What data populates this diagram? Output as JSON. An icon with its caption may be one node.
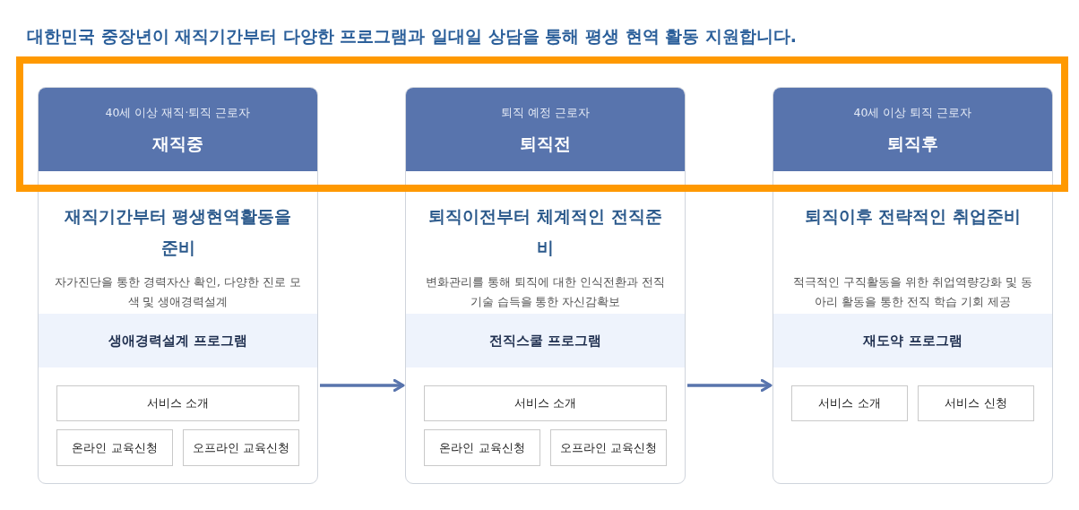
{
  "diagram": {
    "title": "대한민국 중장년이 재직기간부터 다양한 프로그램과 일대일 상담을 통해 평생 현역 활동 지원합니다.",
    "nodes": [
      {
        "text": [
          "재직기간부터 평생현역활동을 준비",
          "자가진단을 통한 경력자산 확인, 다양한 진로 모색 및 생애경력설계"
        ]
      },
      {
        "text": [
          "40세 이상 재직·퇴직 근로자",
          "재직중"
        ],
        "in": 0
      },
      {
        "text": [
          "생애경력설계 프로그램"
        ],
        "in": 0
      },
      {
        "text": [
          "서비스 소개"
        ],
        "in": 0
      },
      {
        "text": [
          "온라인 교육신청"
        ],
        "in": 0
      },
      {
        "text": [
          "오프라인 교육신청"
        ],
        "in": 0
      },
      {
        "text": [
          "퇴직이전부터 체계적인 전직준비",
          "변화관리를 통해 퇴직에 대한 인식전환과 전직기술 습득을 통한 자신감확보"
        ]
      },
      {
        "text": [
          "퇴직 예정 근로자",
          "퇴직전"
        ],
        "in": 6
      },
      {
        "text": [
          "전직스쿨 프로그램"
        ],
        "in": 6
      },
      {
        "text": [
          "서비스 소개"
        ],
        "in": 6
      },
      {
        "text": [
          "온라인 교육신청"
        ],
        "in": 6
      },
      {
        "text": [
          "오프라인 교육신청"
        ],
        "in": 6
      },
      {
        "text": [
          "퇴직이후 전략적인 취업준비",
          "적극적인 구직활동을 위한 취업역량강화 및 동아리 활동을 통한 전직 학습 기회 제공"
        ]
      },
      {
        "text": [
          "40세 이상 퇴직 근로자",
          "퇴직후"
        ],
        "in": 12
      },
      {
        "text": [
          "재도약 프로그램"
        ],
        "in": 12
      },
      {
        "text": [
          "서비스 소개"
        ],
        "in": 12
      },
      {
        "text": [
          "서비스 신청"
        ],
        "in": 12
      }
    ],
    "edges": [
      {
        "from": 0,
        "to": 6,
        "arrow": "to"
      },
      {
        "from": 6,
        "to": 12,
        "arrow": "to"
      }
    ]
  }
}
